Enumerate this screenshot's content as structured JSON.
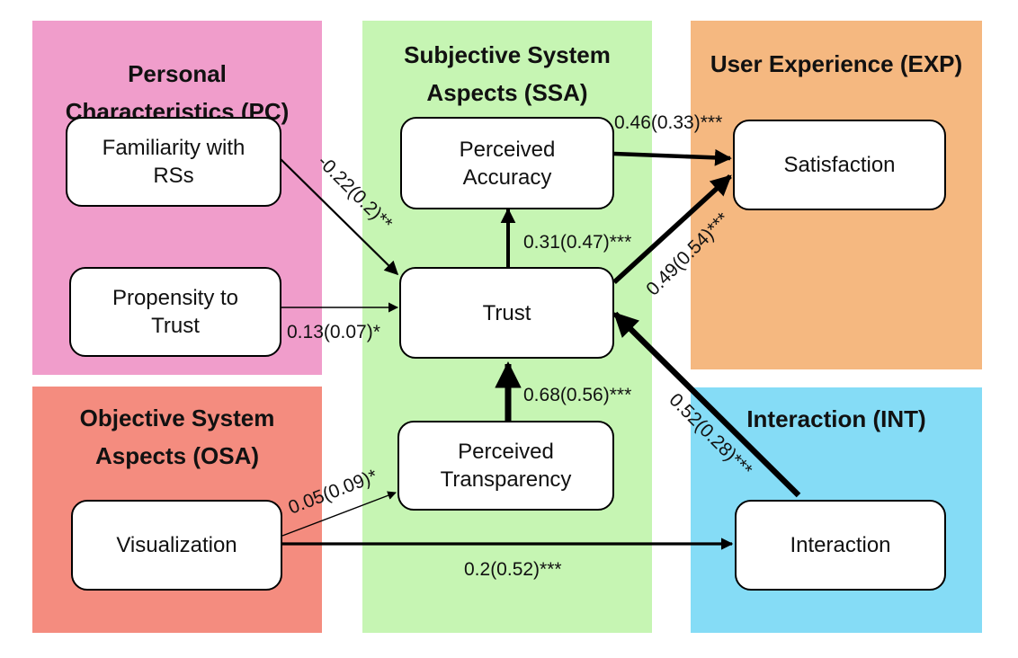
{
  "groups": {
    "pc": {
      "title": "Personal\nCharacteristics (PC)",
      "color": "#f09dcb"
    },
    "ssa": {
      "title": "Subjective System\nAspects (SSA)",
      "color": "#c6f5b3"
    },
    "exp": {
      "title": "User Experience (EXP)",
      "color": "#f5b880"
    },
    "osa": {
      "title": "Objective System\nAspects (OSA)",
      "color": "#f48c7f"
    },
    "int": {
      "title": "Interaction (INT)",
      "color": "#85dcf6"
    }
  },
  "nodes": {
    "familiarity": "Familiarity with\nRSs",
    "propensity": "Propensity to\nTrust",
    "accuracy": "Perceived\nAccuracy",
    "trust": "Trust",
    "transparency": "Perceived\nTransparency",
    "satisfaction": "Satisfaction",
    "visualization": "Visualization",
    "interaction": "Interaction"
  },
  "edges": {
    "familiarity_trust": "-0.22(0.2)**",
    "propensity_trust": "0.13(0.07)*",
    "trust_accuracy": "0.31(0.47)***",
    "accuracy_satisfaction": "0.46(0.33)***",
    "trust_satisfaction": "0.49(0.54)***",
    "transparency_trust": "0.68(0.56)***",
    "visualization_transparency": "0.05(0.09)*",
    "visualization_interaction": "0.2(0.52)***",
    "interaction_trust": "0.52(0.28)***"
  }
}
